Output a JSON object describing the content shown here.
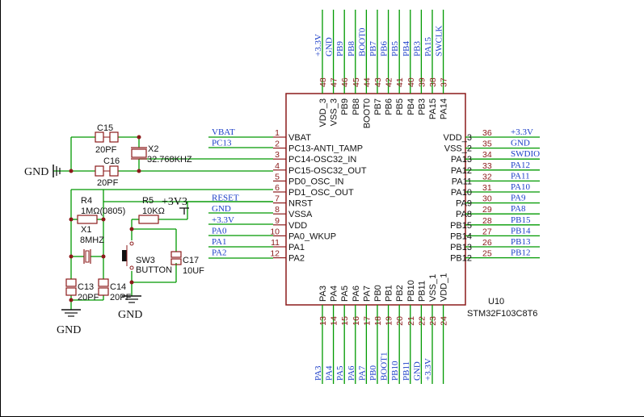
{
  "chip": {
    "ref": "U10",
    "part": "STM32F103C8T6",
    "left": [
      {
        "num": "1",
        "name": "VBAT",
        "net": "VBAT"
      },
      {
        "num": "2",
        "name": "PC13-ANTI_TAMP",
        "net": "PC13"
      },
      {
        "num": "3",
        "name": "PC14-OSC32_IN",
        "net": ""
      },
      {
        "num": "4",
        "name": "PC15-OSC32_OUT",
        "net": ""
      },
      {
        "num": "5",
        "name": "PD0_OSC_IN",
        "net": ""
      },
      {
        "num": "6",
        "name": "PD1_OSC_OUT",
        "net": ""
      },
      {
        "num": "7",
        "name": "NRST",
        "net": "RESET"
      },
      {
        "num": "8",
        "name": "VSSA",
        "net": "GND"
      },
      {
        "num": "9",
        "name": "VDD",
        "net": "+3.3V"
      },
      {
        "num": "10",
        "name": "PA0_WKUP",
        "net": "PA0"
      },
      {
        "num": "11",
        "name": "PA1",
        "net": "PA1"
      },
      {
        "num": "12",
        "name": "PA2",
        "net": "PA2"
      }
    ],
    "right": [
      {
        "num": "36",
        "name": "VDD_3",
        "net": "+3.3V"
      },
      {
        "num": "35",
        "name": "VSS_2",
        "net": "GND"
      },
      {
        "num": "34",
        "name": "PA13",
        "net": "SWDIO"
      },
      {
        "num": "33",
        "name": "PA12",
        "net": "PA12"
      },
      {
        "num": "32",
        "name": "PA11",
        "net": "PA11"
      },
      {
        "num": "31",
        "name": "PA10",
        "net": "PA10"
      },
      {
        "num": "30",
        "name": "PA9",
        "net": "PA9"
      },
      {
        "num": "29",
        "name": "PA8",
        "net": "PA8"
      },
      {
        "num": "28",
        "name": "PB15",
        "net": "PB15"
      },
      {
        "num": "27",
        "name": "PB14",
        "net": "PB14"
      },
      {
        "num": "26",
        "name": "PB13",
        "net": "PB13"
      },
      {
        "num": "25",
        "name": "PB12",
        "net": "PB12"
      }
    ],
    "top": [
      {
        "num": "48",
        "name": "VDD_3",
        "net": "+3.3V"
      },
      {
        "num": "47",
        "name": "VSS_3",
        "net": "GND"
      },
      {
        "num": "46",
        "name": "PB9",
        "net": "PB9"
      },
      {
        "num": "45",
        "name": "PB8",
        "net": "PB8"
      },
      {
        "num": "44",
        "name": "BOOT0",
        "net": "BOOT0"
      },
      {
        "num": "43",
        "name": "PB7",
        "net": "PB7"
      },
      {
        "num": "42",
        "name": "PB6",
        "net": "PB6"
      },
      {
        "num": "41",
        "name": "PB5",
        "net": "PB5"
      },
      {
        "num": "40",
        "name": "PB4",
        "net": "PB4"
      },
      {
        "num": "39",
        "name": "PB3",
        "net": "PB3"
      },
      {
        "num": "38",
        "name": "PA15",
        "net": "PA15"
      },
      {
        "num": "37",
        "name": "PA14",
        "net": "SWCLK"
      }
    ],
    "bottom": [
      {
        "num": "13",
        "name": "PA3",
        "net": "PA3"
      },
      {
        "num": "14",
        "name": "PA4",
        "net": "PA4"
      },
      {
        "num": "15",
        "name": "PA5",
        "net": "PA5"
      },
      {
        "num": "16",
        "name": "PA6",
        "net": "PA6"
      },
      {
        "num": "17",
        "name": "PA7",
        "net": "PA7"
      },
      {
        "num": "18",
        "name": "PB0",
        "net": "PB0"
      },
      {
        "num": "19",
        "name": "PB1",
        "net": "BOOT1"
      },
      {
        "num": "20",
        "name": "PB2",
        "net": "PB10"
      },
      {
        "num": "21",
        "name": "PB10",
        "net": "PB11"
      },
      {
        "num": "22",
        "name": "PB11",
        "net": "GND"
      },
      {
        "num": "23",
        "name": "VSS_1",
        "net": "+3.3V"
      },
      {
        "num": "24",
        "name": "VDD_1",
        "net": ""
      }
    ]
  },
  "parts": {
    "c15": {
      "ref": "C15",
      "value": "20PF"
    },
    "c16": {
      "ref": "C16",
      "value": "20PF"
    },
    "x2": {
      "ref": "X2",
      "value": "32.768KHZ"
    },
    "r4": {
      "ref": "R4",
      "value": "1MΩ(0805)"
    },
    "x1": {
      "ref": "X1",
      "value": "8MHZ"
    },
    "c13": {
      "ref": "C13",
      "value": "20PF"
    },
    "c14": {
      "ref": "C14",
      "value": "20PF"
    },
    "r5": {
      "ref": "R5",
      "value": "10KΩ"
    },
    "sw3": {
      "ref": "SW3",
      "value": "BUTTON"
    },
    "c17": {
      "ref": "C17",
      "value": "10UF"
    }
  },
  "power": {
    "v33": "+3V3",
    "gnd_left": "GND",
    "gnd_bottom1": "GND",
    "gnd_bottom2": "GND"
  },
  "colors": {
    "body": "#8b1a1a",
    "pin_num": "#8b1a1a",
    "wire": "#009900",
    "net": "#1e40c8",
    "text": "#111111"
  }
}
